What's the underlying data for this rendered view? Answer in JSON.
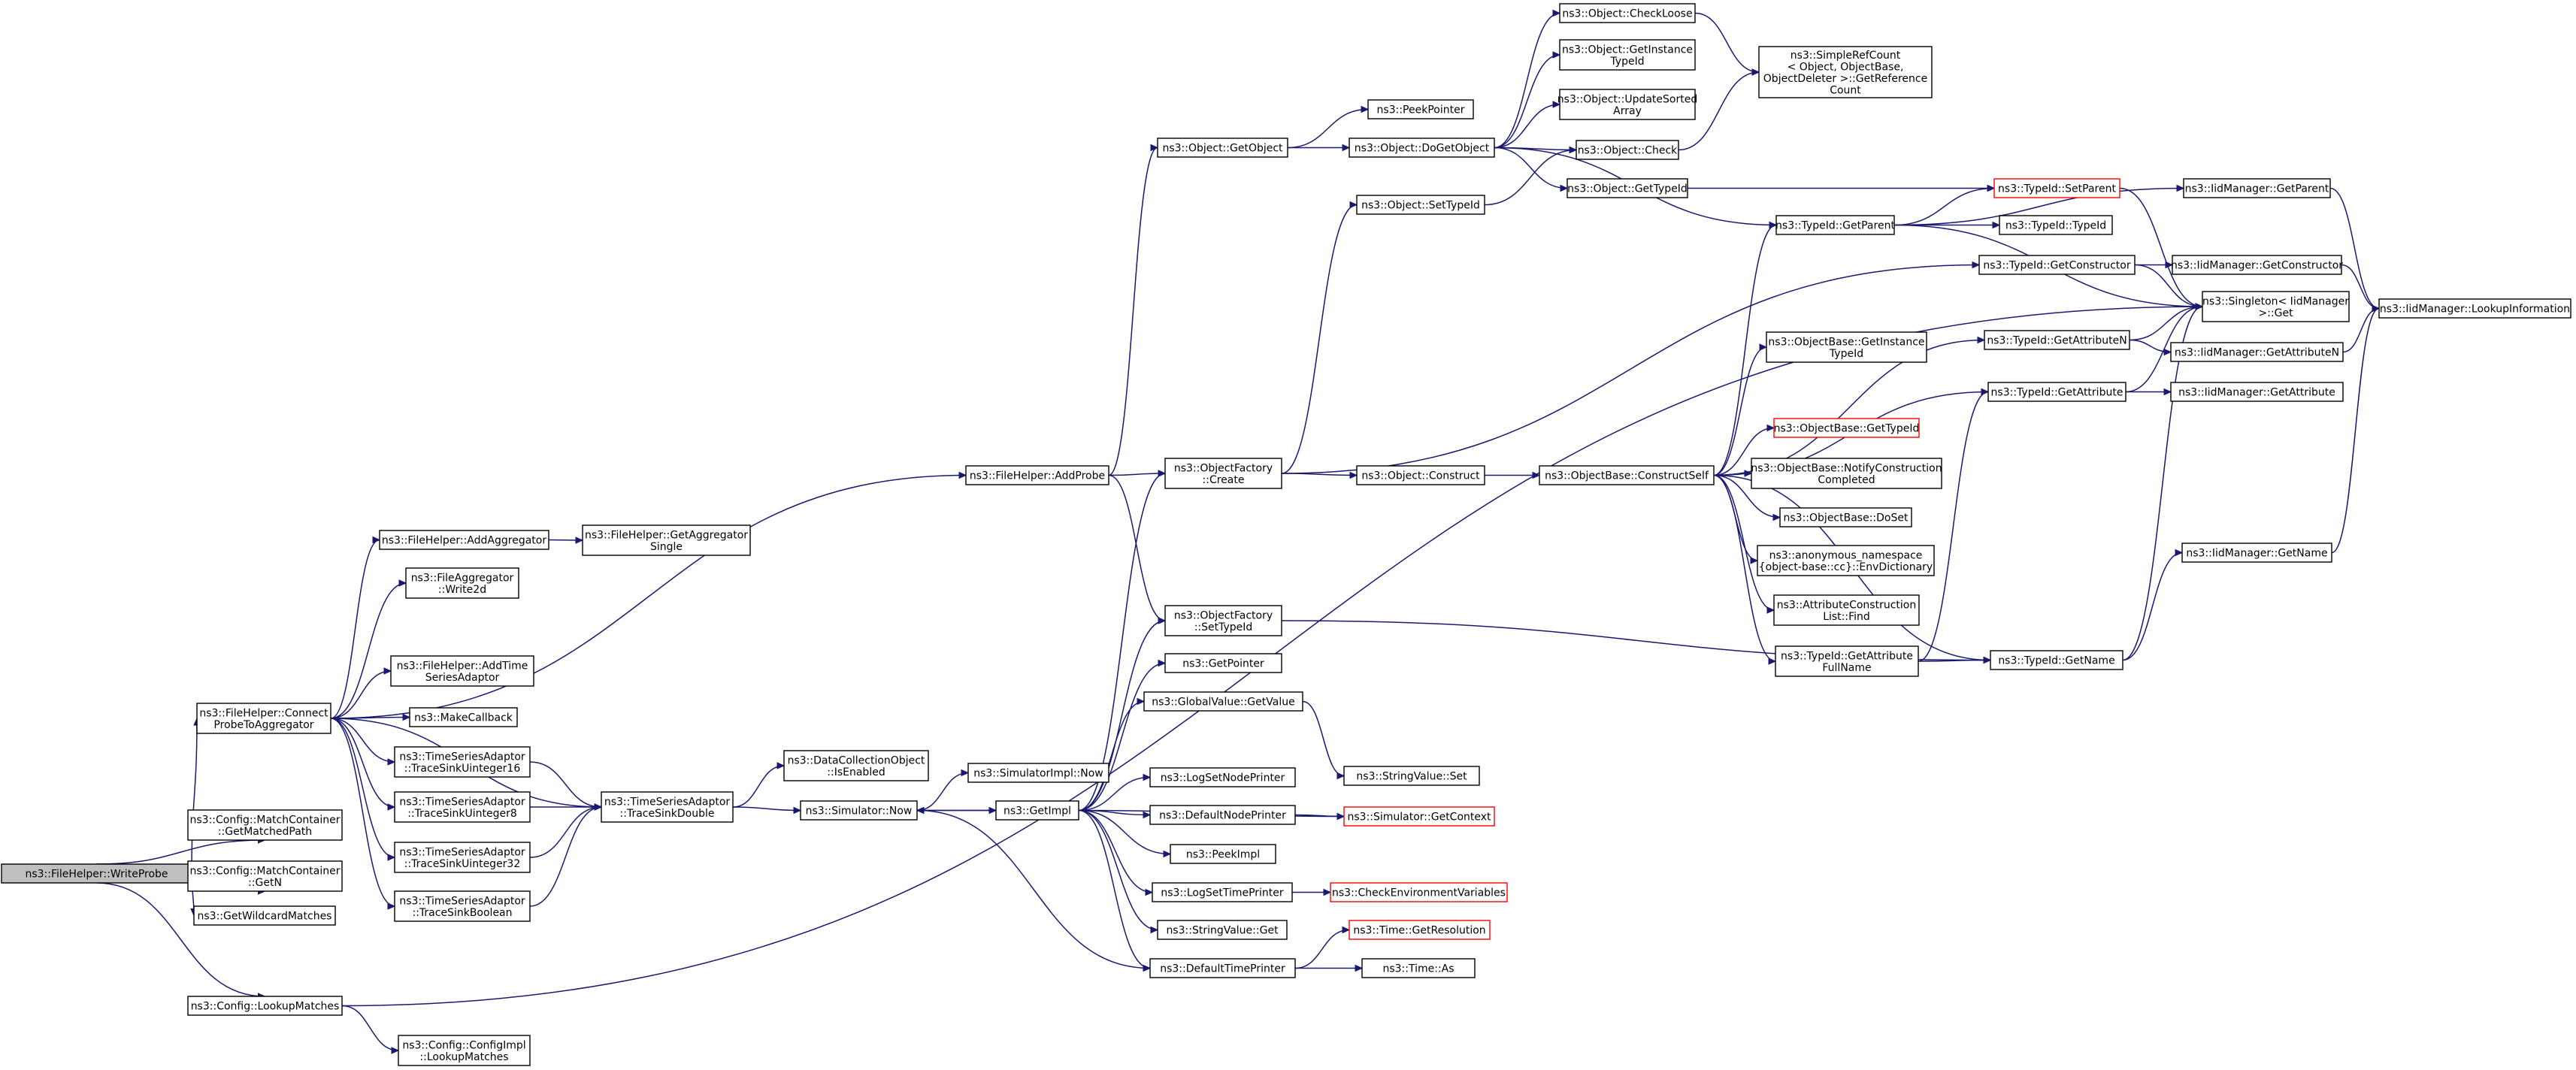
{
  "diagram": {
    "nodes": [
      {
        "id": "root",
        "lines": [
          "ns3::FileHelper::WriteProbe"
        ],
        "root": true
      },
      {
        "id": "cptoa",
        "lines": [
          "ns3::FileHelper::Connect",
          "ProbeToAggregator"
        ]
      },
      {
        "id": "mcgmp",
        "lines": [
          "ns3::Config::MatchContainer",
          "::GetMatchedPath"
        ]
      },
      {
        "id": "mcgn",
        "lines": [
          "ns3::Config::MatchContainer",
          "::GetN"
        ]
      },
      {
        "id": "gwm",
        "lines": [
          "ns3::GetWildcardMatches"
        ]
      },
      {
        "id": "cfglm",
        "lines": [
          "ns3::Config::LookupMatches"
        ]
      },
      {
        "id": "cfgilm",
        "lines": [
          "ns3::Config::ConfigImpl",
          "::LookupMatches"
        ]
      },
      {
        "id": "addprobe",
        "lines": [
          "ns3::FileHelper::AddProbe"
        ]
      },
      {
        "id": "addagg",
        "lines": [
          "ns3::FileHelper::AddAggregator"
        ]
      },
      {
        "id": "getaggs",
        "lines": [
          "ns3::FileHelper::GetAggregator",
          "Single"
        ]
      },
      {
        "id": "fa2d",
        "lines": [
          "ns3::FileAggregator",
          "::Write2d"
        ]
      },
      {
        "id": "addtsa",
        "lines": [
          "ns3::FileHelper::AddTime",
          "SeriesAdaptor"
        ]
      },
      {
        "id": "mkcb",
        "lines": [
          "ns3::MakeCallback"
        ]
      },
      {
        "id": "tsu16",
        "lines": [
          "ns3::TimeSeriesAdaptor",
          "::TraceSinkUinteger16"
        ]
      },
      {
        "id": "tsu8",
        "lines": [
          "ns3::TimeSeriesAdaptor",
          "::TraceSinkUinteger8"
        ]
      },
      {
        "id": "tsu32",
        "lines": [
          "ns3::TimeSeriesAdaptor",
          "::TraceSinkUinteger32"
        ]
      },
      {
        "id": "tsbool",
        "lines": [
          "ns3::TimeSeriesAdaptor",
          "::TraceSinkBoolean"
        ]
      },
      {
        "id": "tsdbl",
        "lines": [
          "ns3::TimeSeriesAdaptor",
          "::TraceSinkDouble"
        ]
      },
      {
        "id": "dcoie",
        "lines": [
          "ns3::DataCollectionObject",
          "::IsEnabled"
        ]
      },
      {
        "id": "simnow",
        "lines": [
          "ns3::Simulator::Now"
        ]
      },
      {
        "id": "simimplnow",
        "lines": [
          "ns3::SimulatorImpl::Now"
        ]
      },
      {
        "id": "getimpl",
        "lines": [
          "ns3::GetImpl"
        ]
      },
      {
        "id": "objgetobj",
        "lines": [
          "ns3::Object::GetObject"
        ]
      },
      {
        "id": "peekptr",
        "lines": [
          "ns3::PeekPointer"
        ]
      },
      {
        "id": "doget",
        "lines": [
          "ns3::Object::DoGetObject"
        ]
      },
      {
        "id": "checkloose",
        "lines": [
          "ns3::Object::CheckLoose"
        ]
      },
      {
        "id": "getinsttid",
        "lines": [
          "ns3::Object::GetInstance",
          "TypeId"
        ]
      },
      {
        "id": "updsorted",
        "lines": [
          "ns3::Object::UpdateSorted",
          "Array"
        ]
      },
      {
        "id": "objcheck",
        "lines": [
          "ns3::Object::Check"
        ]
      },
      {
        "id": "objgettid",
        "lines": [
          "ns3::Object::GetTypeId"
        ]
      },
      {
        "id": "simplerc",
        "lines": [
          "ns3::SimpleRefCount",
          "< Object, ObjectBase,",
          "ObjectDeleter >::GetReference",
          "Count"
        ]
      },
      {
        "id": "objsettid",
        "lines": [
          "ns3::Object::SetTypeId"
        ]
      },
      {
        "id": "ofcreate",
        "lines": [
          "ns3::ObjectFactory",
          "::Create"
        ]
      },
      {
        "id": "objconstruct",
        "lines": [
          "ns3::Object::Construct"
        ]
      },
      {
        "id": "obconstructself",
        "lines": [
          "ns3::ObjectBase::ConstructSelf"
        ]
      },
      {
        "id": "ofsettid",
        "lines": [
          "ns3::ObjectFactory",
          "::SetTypeId"
        ]
      },
      {
        "id": "getpointer",
        "lines": [
          "ns3::GetPointer"
        ]
      },
      {
        "id": "gvgetvalue",
        "lines": [
          "ns3::GlobalValue::GetValue"
        ]
      },
      {
        "id": "logsetnode",
        "lines": [
          "ns3::LogSetNodePrinter"
        ]
      },
      {
        "id": "defnode",
        "lines": [
          "ns3::DefaultNodePrinter"
        ]
      },
      {
        "id": "peekimpl",
        "lines": [
          "ns3::PeekImpl"
        ]
      },
      {
        "id": "logsettime",
        "lines": [
          "ns3::LogSetTimePrinter"
        ]
      },
      {
        "id": "svget",
        "lines": [
          "ns3::StringValue::Get"
        ]
      },
      {
        "id": "deftime",
        "lines": [
          "ns3::DefaultTimePrinter"
        ]
      },
      {
        "id": "svset",
        "lines": [
          "ns3::StringValue::Set"
        ]
      },
      {
        "id": "simgetctx",
        "lines": [
          "ns3::Simulator::GetContext"
        ],
        "trunc": true
      },
      {
        "id": "checkenv",
        "lines": [
          "ns3::CheckEnvironmentVariables"
        ],
        "trunc": true
      },
      {
        "id": "timegetres",
        "lines": [
          "ns3::Time::GetResolution"
        ],
        "trunc": true
      },
      {
        "id": "timeas",
        "lines": [
          "ns3::Time::As"
        ]
      },
      {
        "id": "tidgetparent",
        "lines": [
          "ns3::TypeId::GetParent"
        ]
      },
      {
        "id": "tidsetparent",
        "lines": [
          "ns3::TypeId::SetParent"
        ],
        "trunc": true
      },
      {
        "id": "tidtid",
        "lines": [
          "ns3::TypeId::TypeId"
        ]
      },
      {
        "id": "tidgetctor",
        "lines": [
          "ns3::TypeId::GetConstructor"
        ]
      },
      {
        "id": "tidgetattrn",
        "lines": [
          "ns3::TypeId::GetAttributeN"
        ]
      },
      {
        "id": "tidgetattr",
        "lines": [
          "ns3::TypeId::GetAttribute"
        ]
      },
      {
        "id": "tidgetattrfull",
        "lines": [
          "ns3::TypeId::GetAttribute",
          "FullName"
        ]
      },
      {
        "id": "tidgetname",
        "lines": [
          "ns3::TypeId::GetName"
        ]
      },
      {
        "id": "obgetinsttid",
        "lines": [
          "ns3::ObjectBase::GetInstance",
          "TypeId"
        ]
      },
      {
        "id": "obgettid",
        "lines": [
          "ns3::ObjectBase::GetTypeId"
        ],
        "trunc": true
      },
      {
        "id": "obnotify",
        "lines": [
          "ns3::ObjectBase::NotifyConstruction",
          "Completed"
        ]
      },
      {
        "id": "obdoset",
        "lines": [
          "ns3::ObjectBase::DoSet"
        ]
      },
      {
        "id": "envdict",
        "lines": [
          "ns3::anonymous_namespace",
          "{object-base::cc}::EnvDictionary"
        ]
      },
      {
        "id": "acfind",
        "lines": [
          "ns3::AttributeConstruction",
          "List::Find"
        ]
      },
      {
        "id": "iidgetparent",
        "lines": [
          "ns3::IidManager::GetParent"
        ]
      },
      {
        "id": "iidgetctor",
        "lines": [
          "ns3::IidManager::GetConstructor"
        ]
      },
      {
        "id": "singleton",
        "lines": [
          "ns3::Singleton< IidManager",
          ">::Get"
        ]
      },
      {
        "id": "iidgetattrn",
        "lines": [
          "ns3::IidManager::GetAttributeN"
        ]
      },
      {
        "id": "iidgetattr",
        "lines": [
          "ns3::IidManager::GetAttribute"
        ]
      },
      {
        "id": "iidgetname",
        "lines": [
          "ns3::IidManager::GetName"
        ]
      },
      {
        "id": "iidlookup",
        "lines": [
          "ns3::IidManager::LookupInformation"
        ]
      }
    ],
    "edges": [
      [
        "root",
        "cptoa"
      ],
      [
        "root",
        "mcgmp"
      ],
      [
        "root",
        "mcgn"
      ],
      [
        "root",
        "gwm"
      ],
      [
        "root",
        "cfglm"
      ],
      [
        "cfglm",
        "cfgilm"
      ],
      [
        "cfglm",
        "singleton"
      ],
      [
        "cptoa",
        "addprobe"
      ],
      [
        "cptoa",
        "addagg"
      ],
      [
        "cptoa",
        "fa2d"
      ],
      [
        "cptoa",
        "addtsa"
      ],
      [
        "cptoa",
        "mkcb"
      ],
      [
        "cptoa",
        "tsu16"
      ],
      [
        "cptoa",
        "tsu8"
      ],
      [
        "cptoa",
        "tsu32"
      ],
      [
        "cptoa",
        "tsbool"
      ],
      [
        "cptoa",
        "tsdbl"
      ],
      [
        "addagg",
        "getaggs"
      ],
      [
        "tsu16",
        "tsdbl"
      ],
      [
        "tsu8",
        "tsdbl"
      ],
      [
        "tsu32",
        "tsdbl"
      ],
      [
        "tsbool",
        "tsdbl"
      ],
      [
        "tsdbl",
        "dcoie"
      ],
      [
        "tsdbl",
        "simnow"
      ],
      [
        "simnow",
        "simimplnow"
      ],
      [
        "simnow",
        "getimpl"
      ],
      [
        "addprobe",
        "objgetobj"
      ],
      [
        "addprobe",
        "ofcreate"
      ],
      [
        "addprobe",
        "ofsettid"
      ],
      [
        "objgetobj",
        "peekptr"
      ],
      [
        "objgetobj",
        "doget"
      ],
      [
        "doget",
        "checkloose"
      ],
      [
        "doget",
        "getinsttid"
      ],
      [
        "doget",
        "updsorted"
      ],
      [
        "doget",
        "objcheck"
      ],
      [
        "doget",
        "objgettid"
      ],
      [
        "doget",
        "tidgetparent"
      ],
      [
        "checkloose",
        "simplerc"
      ],
      [
        "objcheck",
        "simplerc"
      ],
      [
        "objgettid",
        "tidsetparent"
      ],
      [
        "ofcreate",
        "objsettid"
      ],
      [
        "ofcreate",
        "objconstruct"
      ],
      [
        "ofcreate",
        "tidgetctor"
      ],
      [
        "objsettid",
        "objcheck"
      ],
      [
        "objconstruct",
        "obconstructself"
      ],
      [
        "obconstructself",
        "tidgetparent"
      ],
      [
        "obconstructself",
        "tidgetattrn"
      ],
      [
        "obconstructself",
        "tidgetattr"
      ],
      [
        "obconstructself",
        "obgetinsttid"
      ],
      [
        "obconstructself",
        "obgettid"
      ],
      [
        "obconstructself",
        "obnotify"
      ],
      [
        "obconstructself",
        "obdoset"
      ],
      [
        "obconstructself",
        "envdict"
      ],
      [
        "obconstructself",
        "acfind"
      ],
      [
        "obconstructself",
        "tidgetattrfull"
      ],
      [
        "obconstructself",
        "tidgetname"
      ],
      [
        "ofsettid",
        "tidgetname"
      ],
      [
        "getimpl",
        "ofcreate"
      ],
      [
        "getimpl",
        "ofsettid"
      ],
      [
        "getimpl",
        "getpointer"
      ],
      [
        "getimpl",
        "gvgetvalue"
      ],
      [
        "getimpl",
        "logsetnode"
      ],
      [
        "getimpl",
        "defnode"
      ],
      [
        "getimpl",
        "peekimpl"
      ],
      [
        "getimpl",
        "logsettime"
      ],
      [
        "getimpl",
        "svget"
      ],
      [
        "getimpl",
        "deftime"
      ],
      [
        "getimpl",
        "simnow"
      ],
      [
        "getimpl",
        "simgetctx"
      ],
      [
        "gvgetvalue",
        "svset"
      ],
      [
        "defnode",
        "simgetctx"
      ],
      [
        "logsettime",
        "checkenv"
      ],
      [
        "deftime",
        "timegetres"
      ],
      [
        "deftime",
        "timeas"
      ],
      [
        "deftime",
        "simnow"
      ],
      [
        "tidgetparent",
        "tidsetparent"
      ],
      [
        "tidgetparent",
        "tidtid"
      ],
      [
        "tidgetparent",
        "singleton"
      ],
      [
        "tidgetparent",
        "iidgetparent"
      ],
      [
        "tidgetctor",
        "iidgetctor"
      ],
      [
        "tidgetctor",
        "singleton"
      ],
      [
        "tidgetattrn",
        "singleton"
      ],
      [
        "tidgetattrn",
        "iidgetattrn"
      ],
      [
        "tidgetattr",
        "singleton"
      ],
      [
        "tidgetattr",
        "iidgetattr"
      ],
      [
        "tidgetattrfull",
        "tidgetattr"
      ],
      [
        "tidgetattrfull",
        "tidgetname"
      ],
      [
        "tidgetname",
        "singleton"
      ],
      [
        "tidgetname",
        "iidgetname"
      ],
      [
        "tidsetparent",
        "singleton"
      ],
      [
        "iidgetparent",
        "iidlookup"
      ],
      [
        "iidgetctor",
        "iidlookup"
      ],
      [
        "iidgetattrn",
        "iidlookup"
      ],
      [
        "iidgetname",
        "iidlookup"
      ]
    ],
    "colors": {
      "edge": "#191970",
      "root_fill": "#bfbfbf",
      "truncated_border": "#ff0000",
      "border": "#000000"
    }
  }
}
